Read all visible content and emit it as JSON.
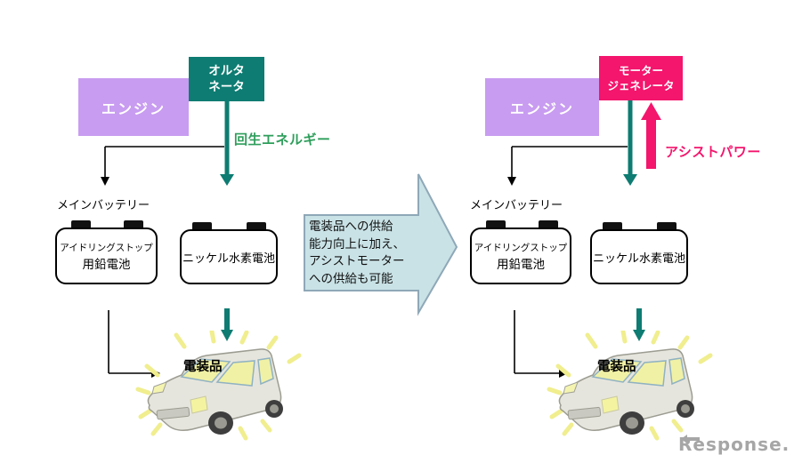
{
  "left_system": {
    "engine_label": "エンジン",
    "generator_line1": "オルタ",
    "generator_line2": "ネータ",
    "energy_label": "回生エネルギー",
    "main_battery_label": "メインバッテリー",
    "lead_battery_line1": "アイドリングストップ",
    "lead_battery_line2": "用鉛電池",
    "nimh_battery_label": "ニッケル水素電池",
    "electrical_label": "電装品"
  },
  "right_system": {
    "engine_label": "エンジン",
    "generator_line1": "モーター",
    "generator_line2": "ジェネレータ",
    "energy_label": "アシストパワー",
    "main_battery_label": "メインバッテリー",
    "lead_battery_line1": "アイドリングストップ",
    "lead_battery_line2": "用鉛電池",
    "nimh_battery_label": "ニッケル水素電池",
    "electrical_label": "電装品"
  },
  "center_arrow": {
    "lines": [
      "電装品への供給",
      "能力向上に加え、",
      "アシストモーター",
      "への供給も可能"
    ]
  },
  "logo": {
    "text": "Response."
  },
  "colors": {
    "engine_box": "#C89CF0",
    "alternator_box": "#0E7C72",
    "motor_generator_box": "#F4156C",
    "regen_text": "#2E9E5B",
    "assist_text": "#F4156C",
    "teal_arrow": "#0E7C72",
    "pink_arrow": "#F4156C",
    "block_arrow_fill": "#C9E2E6",
    "block_arrow_border": "#8FA8B8",
    "logo_gray": "#A6A6A6"
  }
}
